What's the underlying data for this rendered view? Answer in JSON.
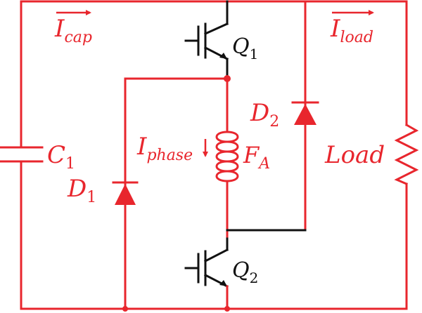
{
  "colors": {
    "wire": "#e8262d",
    "switch": "#111111",
    "background": "#ffffff"
  },
  "labels": {
    "i_cap": {
      "main": "I",
      "sub": "cap"
    },
    "i_load": {
      "main": "I",
      "sub": "load"
    },
    "i_phase": {
      "main": "I",
      "sub": "phase"
    },
    "q1": {
      "main": "Q",
      "sub": "1"
    },
    "q2": {
      "main": "Q",
      "sub": "2"
    },
    "c1": {
      "main": "C",
      "sub": "1"
    },
    "d1": {
      "main": "D",
      "sub": "1"
    },
    "d2": {
      "main": "D",
      "sub": "2"
    },
    "fa": {
      "main": "F",
      "sub": "A"
    },
    "load": "Load"
  },
  "components": [
    {
      "name": "capacitor",
      "label": "C1"
    },
    {
      "name": "diode",
      "label": "D1"
    },
    {
      "name": "diode",
      "label": "D2"
    },
    {
      "name": "igbt",
      "label": "Q1"
    },
    {
      "name": "igbt",
      "label": "Q2"
    },
    {
      "name": "inductor",
      "label": "FA"
    },
    {
      "name": "resistor",
      "label": "Load"
    }
  ]
}
